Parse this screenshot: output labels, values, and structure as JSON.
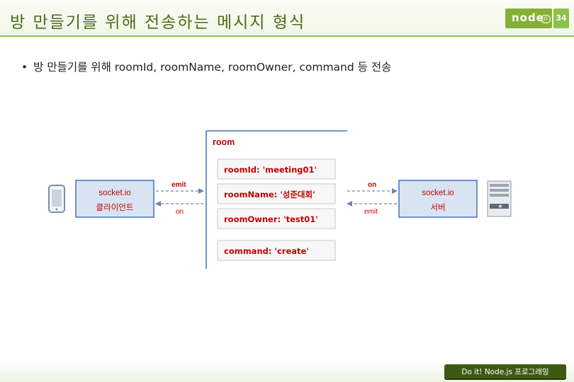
{
  "slide": {
    "title": "방 만들기를 위해 전송하는 메시지 형식",
    "page_number": "34",
    "logo_text": "node",
    "logo_suffix": "JS",
    "footer": "Do it! Node.js 프로그래밍"
  },
  "bullet": {
    "dot": "•",
    "text": "방 만들기를 위해 roomId, roomName, roomOwner, command 등 전송"
  },
  "diagram": {
    "client": {
      "line1": "socket.io",
      "line2": "클라이언트"
    },
    "server": {
      "line1": "socket.io",
      "line2": "서버"
    },
    "room_label": "room",
    "fields": [
      "roomId: 'meeting01'",
      "roomName: '성준대회'",
      "roomOwner: 'test01'",
      "command: 'create'"
    ],
    "left_arrows": {
      "top": "emit",
      "bottom": "on"
    },
    "right_arrows": {
      "top": "on",
      "bottom": "emit"
    },
    "colors": {
      "box_fill": "#d9e4f2",
      "box_border": "#4472c4",
      "text_red": "#c00000",
      "accent_green": "#8bc34a"
    }
  }
}
